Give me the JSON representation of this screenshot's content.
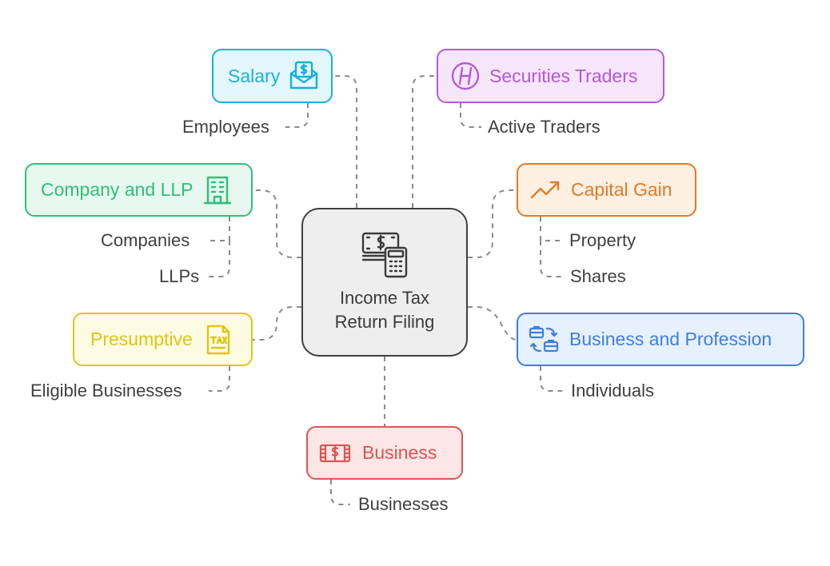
{
  "center": {
    "title": "Income Tax Return Filing",
    "icon": "money-calculator-icon"
  },
  "nodes": [
    {
      "id": "salary",
      "label": "Salary",
      "icon": "salary-envelope-icon",
      "color": "#1ab0d8",
      "fill": "#e4f7fc",
      "children": [
        "Employees"
      ]
    },
    {
      "id": "securities-traders",
      "label": "Securities Traders",
      "icon": "hashtag-coin-icon",
      "color": "#b45ad6",
      "fill": "#f6e6fb",
      "children": [
        "Active Traders"
      ]
    },
    {
      "id": "company-llp",
      "label": "Company and LLP",
      "icon": "office-building-icon",
      "color": "#2fbf7a",
      "fill": "#e6f8ef",
      "children": [
        "Companies",
        "LLPs"
      ]
    },
    {
      "id": "capital-gain",
      "label": "Capital Gain",
      "icon": "trending-up-icon",
      "color": "#e07b25",
      "fill": "#fdf0e3",
      "children": [
        "Property",
        "Shares"
      ]
    },
    {
      "id": "presumptive",
      "label": "Presumptive",
      "icon": "tax-document-icon",
      "color": "#e0c417",
      "fill": "#fdfbe2",
      "children": [
        "Eligible Businesses"
      ]
    },
    {
      "id": "business-profession",
      "label": "Business and Profession",
      "icon": "briefcase-exchange-icon",
      "color": "#3f7fdc",
      "fill": "#e7f0fd",
      "children": [
        "Individuals"
      ]
    },
    {
      "id": "business",
      "label": "Business",
      "icon": "cash-stack-icon",
      "color": "#de5454",
      "fill": "#fde6e6",
      "children": [
        "Businesses"
      ]
    }
  ]
}
